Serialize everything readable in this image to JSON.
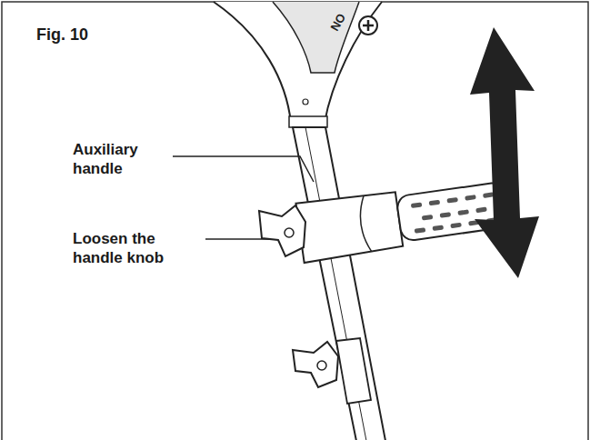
{
  "diagram": {
    "title": "Fig. 10",
    "labels": [
      "Auxiliary handle",
      "Loosen the handle knob",
      "ON"
    ]
  }
}
